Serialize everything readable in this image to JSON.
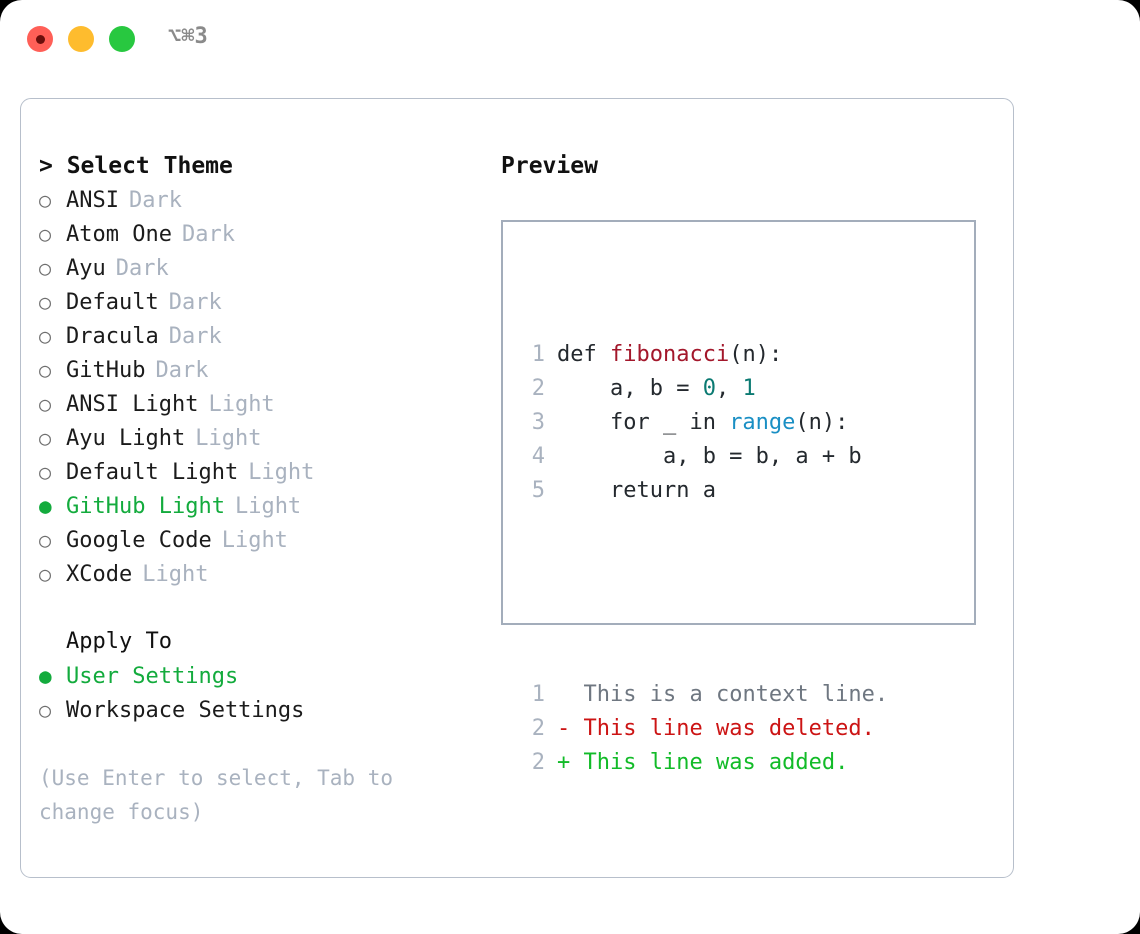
{
  "window": {
    "shortcut": "⌥⌘3",
    "traffic_lights": [
      {
        "name": "close",
        "color": "#ff5f57"
      },
      {
        "name": "minimize",
        "color": "#febc2e"
      },
      {
        "name": "maximize",
        "color": "#28c840"
      }
    ]
  },
  "theme_picker": {
    "heading": "> Select Theme",
    "bullet_unselected": "○",
    "bullet_selected": "●",
    "items": [
      {
        "name": "ANSI",
        "tag": "Dark",
        "selected": false
      },
      {
        "name": "Atom One",
        "tag": "Dark",
        "selected": false
      },
      {
        "name": "Ayu",
        "tag": "Dark",
        "selected": false
      },
      {
        "name": "Default",
        "tag": "Dark",
        "selected": false
      },
      {
        "name": "Dracula",
        "tag": "Dark",
        "selected": false
      },
      {
        "name": "GitHub",
        "tag": "Dark",
        "selected": false
      },
      {
        "name": "ANSI Light",
        "tag": "Light",
        "selected": false
      },
      {
        "name": "Ayu Light",
        "tag": "Light",
        "selected": false
      },
      {
        "name": "Default Light",
        "tag": "Light",
        "selected": false
      },
      {
        "name": "GitHub Light",
        "tag": "Light",
        "selected": true
      },
      {
        "name": "Google Code",
        "tag": "Light",
        "selected": false
      },
      {
        "name": "XCode",
        "tag": "Light",
        "selected": false
      }
    ]
  },
  "apply_to": {
    "heading": "Apply To",
    "items": [
      {
        "name": "User Settings",
        "selected": true
      },
      {
        "name": "Workspace Settings",
        "selected": false
      }
    ]
  },
  "hint": "(Use Enter to select, Tab to change focus)",
  "preview": {
    "heading": "Preview",
    "code_lines": [
      {
        "num": "1",
        "tokens": [
          {
            "text": "def ",
            "kind": "plain"
          },
          {
            "text": "fibonacci",
            "kind": "func"
          },
          {
            "text": "(n):",
            "kind": "plain"
          }
        ]
      },
      {
        "num": "2",
        "tokens": [
          {
            "text": "    a, b = ",
            "kind": "plain"
          },
          {
            "text": "0",
            "kind": "num"
          },
          {
            "text": ", ",
            "kind": "plain"
          },
          {
            "text": "1",
            "kind": "num"
          }
        ]
      },
      {
        "num": "3",
        "tokens": [
          {
            "text": "    for _ in ",
            "kind": "plain"
          },
          {
            "text": "range",
            "kind": "builtin"
          },
          {
            "text": "(n):",
            "kind": "plain"
          }
        ]
      },
      {
        "num": "4",
        "tokens": [
          {
            "text": "        a, b = b, a + b",
            "kind": "plain"
          }
        ]
      },
      {
        "num": "5",
        "tokens": [
          {
            "text": "    return a",
            "kind": "plain"
          }
        ]
      }
    ],
    "diff_lines": [
      {
        "num": "1",
        "marker": "  ",
        "text": "This is a context line.",
        "kind": "ctx"
      },
      {
        "num": "2",
        "marker": "- ",
        "text": "This line was deleted.",
        "kind": "del"
      },
      {
        "num": "2",
        "marker": "+ ",
        "text": "This line was added.",
        "kind": "add"
      }
    ]
  },
  "colors": {
    "selected_green": "#13ab3d",
    "muted": "#a9b2bf",
    "border": "#a3adbb",
    "func_red": "#a3172b",
    "number_teal": "#0b7a72",
    "builtin_blue": "#1a8fc4",
    "diff_add": "#12bb28",
    "diff_del": "#cc1414"
  }
}
